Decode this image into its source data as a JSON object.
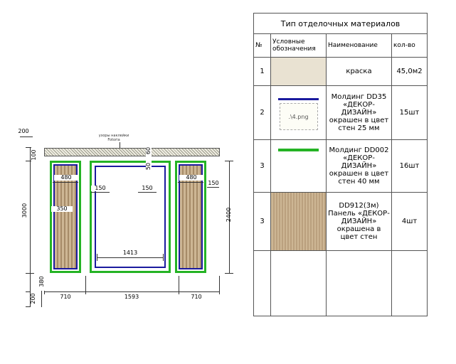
{
  "table": {
    "title": "Тип отделочных материалов",
    "headers": {
      "num": "№",
      "symbol": "Условные обозначения",
      "name": "Наименование",
      "qty": "кол-во"
    },
    "rows": [
      {
        "num": "1",
        "name": "краска",
        "qty": "45,0м2"
      },
      {
        "num": "2",
        "name": "Молдинг DD35 «ДЕКОР-ДИЗАЙН» окрашен в цвет стен 25 мм",
        "qty": "15шт",
        "image_placeholder": ".\\4.png"
      },
      {
        "num": "3",
        "name": "Молдинг DD002 «ДЕКОР-ДИЗАЙН» окрашен в цвет стен 40 мм",
        "qty": "16шт"
      },
      {
        "num": "3",
        "name": "DD912(3м) Панель «ДЕКОР-ДИЗАЙН» окрашена в цвет стен",
        "qty": "4шт"
      },
      {
        "num": "",
        "name": "",
        "qty": ""
      }
    ]
  },
  "drawing": {
    "callout": {
      "line1": "узоры наклейки",
      "line2": "Fotoria"
    },
    "dims": {
      "d200_top": "200",
      "d100_left": "100",
      "d3000_left": "3000",
      "d480_left_panel": "480",
      "d350_left_panel": "350",
      "d150_gap_left": "150",
      "d150_gap_right": "150",
      "d150_right": "150",
      "d60_center": "60",
      "d50_center": "50",
      "d480_right_panel": "480",
      "d2400_right": "2400",
      "d1413_center": "1413",
      "d380_bottom": "380",
      "d200_bottom": "200",
      "d710_left": "710",
      "d1593_bottom": "1593",
      "d710_right": "710"
    },
    "colors": {
      "molding_green": "#24b324",
      "molding_blue": "#1a1a9e",
      "panel_wood": "#cdb694",
      "paint_swatch": "#e9e2d2"
    }
  }
}
